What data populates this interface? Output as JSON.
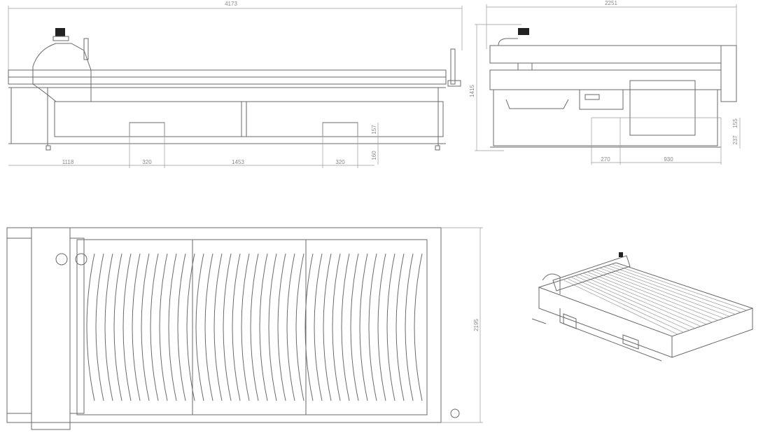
{
  "drawing": {
    "side_view": {
      "overall_length": "4173",
      "segment_1": "1118",
      "segment_2": "320",
      "segment_3": "1453",
      "segment_4": "320",
      "drawer_height": "157",
      "drawer_clearance": "160"
    },
    "end_view": {
      "overall_width": "2251",
      "overall_height": "1415",
      "offset_1": "270",
      "offset_2": "930",
      "height_1": "155",
      "height_2": "237"
    },
    "top_view": {
      "overall_depth": "2195"
    },
    "colors": {
      "line": "#6a6a6a",
      "dimension": "#9a9a9a",
      "motor": "#222222"
    }
  }
}
